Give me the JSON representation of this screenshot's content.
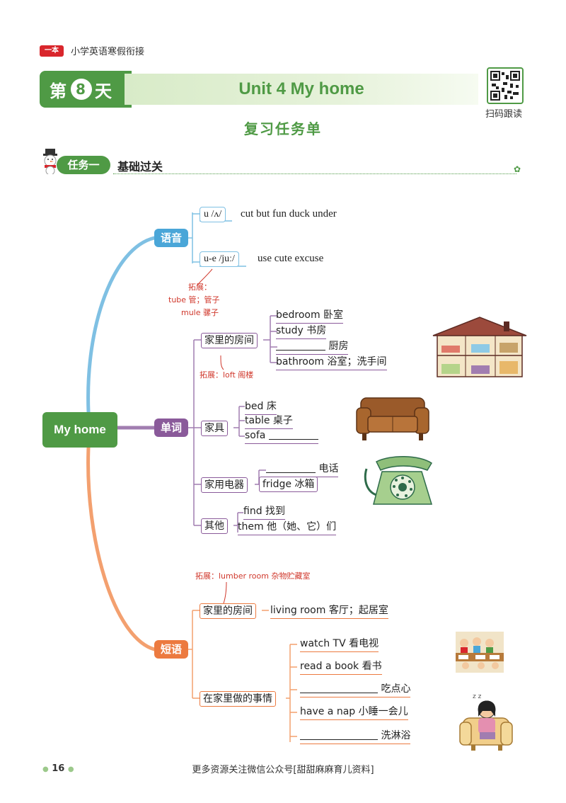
{
  "header": {
    "brand_tag": "一本",
    "series_title": "小学英语寒假衔接",
    "day_prefix": "第",
    "day_number": "8",
    "day_suffix": "天",
    "unit_title": "Unit 4 My home",
    "qr_caption": "扫码跟读",
    "review_title": "复习任务单"
  },
  "task": {
    "label": "任务一",
    "name": "基础过关"
  },
  "mindmap": {
    "root": "My home",
    "sound": {
      "label": "语音",
      "items": [
        {
          "pattern": "u /ʌ/",
          "words": "cut  but  fun  duck  under"
        },
        {
          "pattern": "u-e /juː/",
          "words": "use  cute  excuse"
        }
      ],
      "extension_title": "拓展：",
      "extension_lines": [
        "tube 管；管子",
        "mule 骡子"
      ]
    },
    "words": {
      "label": "单词",
      "rooms": {
        "category": "家里的房间",
        "items": [
          "bedroom 卧室",
          "study 书房",
          "厨房",
          "bathroom 浴室；洗手间"
        ],
        "extension": "拓展：loft 阁楼"
      },
      "furniture": {
        "category": "家具",
        "items": [
          "bed 床",
          "table 桌子",
          "sofa"
        ]
      },
      "appliances": {
        "category": "家用电器",
        "items": [
          "电话",
          "fridge 冰箱"
        ]
      },
      "others": {
        "category": "其他",
        "items": [
          "find 找到",
          "them 他（她、它）们"
        ]
      }
    },
    "phrases": {
      "label": "短语",
      "extension": "拓展：lumber room 杂物贮藏室",
      "rooms": {
        "category": "家里的房间",
        "item": "living room 客厅；起居室"
      },
      "activities": {
        "category": "在家里做的事情",
        "items": [
          "watch TV 看电视",
          "read a book 看书",
          "吃点心",
          "have a nap 小睡一会儿",
          "洗淋浴"
        ]
      }
    }
  },
  "footer": {
    "page_number": "16",
    "note": "更多资源关注微信公众号[甜甜麻麻育儿资料]"
  },
  "colors": {
    "green": "#4f9a45",
    "blue": "#4aa6d8",
    "purple": "#8a5a9a",
    "orange": "#ec7a40",
    "red_note": "#d0382c"
  }
}
